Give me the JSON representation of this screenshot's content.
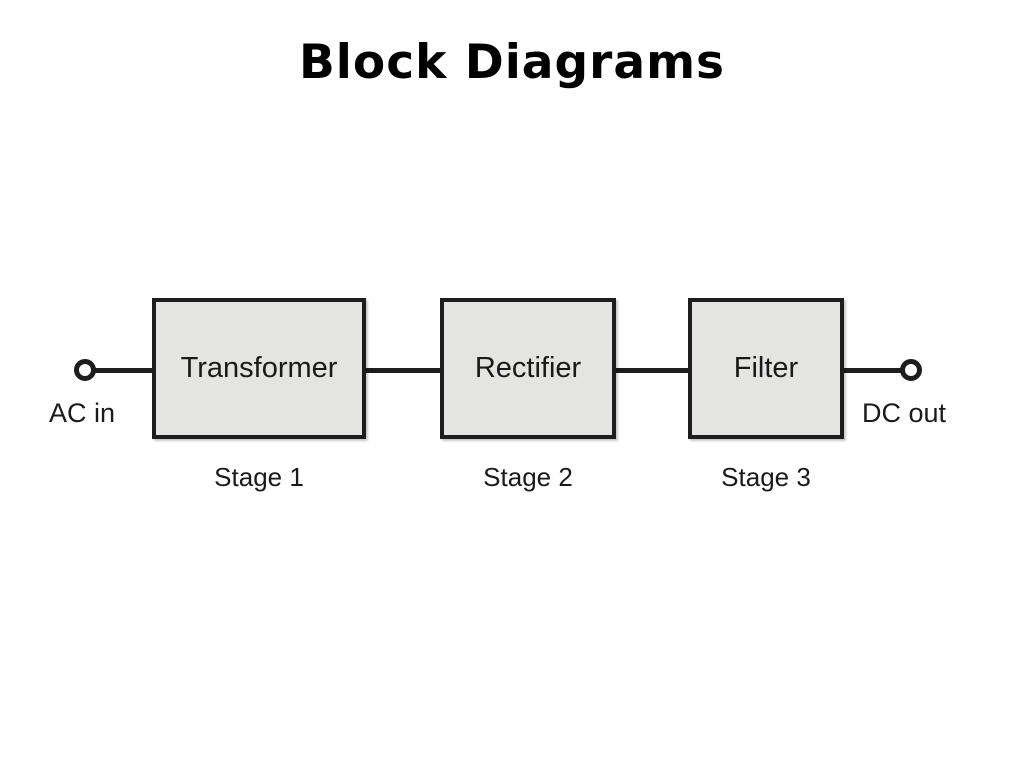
{
  "slide": {
    "title": "Block Diagrams",
    "background_color": "#ffffff"
  },
  "diagram": {
    "type": "block-diagram",
    "orientation": "left-to-right",
    "line_color": "#1d1d1d",
    "block_fill_color": "#e4e4e2",
    "block_border_color": "#1d1d1d",
    "text_color": "#1a1a1a",
    "input_port": {
      "label": "AC in",
      "symbol": "open-circle-terminal"
    },
    "output_port": {
      "label": "DC out",
      "symbol": "open-circle-terminal"
    },
    "blocks": [
      {
        "label": "Transformer",
        "caption": "Stage 1"
      },
      {
        "label": "Rectifier",
        "caption": "Stage 2"
      },
      {
        "label": "Filter",
        "caption": "Stage 3"
      }
    ],
    "connections": [
      {
        "from": "AC in",
        "to": "Transformer"
      },
      {
        "from": "Transformer",
        "to": "Rectifier"
      },
      {
        "from": "Rectifier",
        "to": "Filter"
      },
      {
        "from": "Filter",
        "to": "DC out"
      }
    ]
  }
}
